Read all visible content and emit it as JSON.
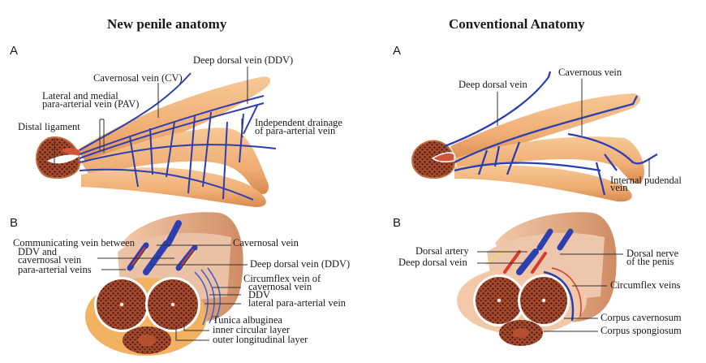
{
  "colors": {
    "vein": "#2c3fb0",
    "vein_light": "#5a78d8",
    "artery": "#d63a30",
    "nerve": "#f2d76a",
    "shaft": "#f0b27a",
    "shaft_dark": "#d98a4e",
    "tissue": "#7a2e1a",
    "tissue_bg": "#a4482c",
    "skin": "#e8b592",
    "leader": "#333333"
  },
  "left": {
    "title": "New penile anatomy",
    "panel_a": {
      "letter": "A",
      "labels": {
        "ddv": "Deep dorsal vein (DDV)",
        "cv": "Cavernosal vein (CV)",
        "pav_line1": "Lateral and medial",
        "pav_line2": "para-arterial vein (PAV)",
        "distal": "Distal ligament",
        "indep_line1": "Independent drainage",
        "indep_line2": "of para-arterial vein"
      }
    },
    "panel_b": {
      "letter": "B",
      "labels": {
        "comm_line1": "Communicating vein between",
        "comm_line2": "DDV and",
        "comm_line3": "cavernosal vein",
        "comm_line4": "para-arterial veins",
        "cavernosal": "Cavernosal vein",
        "ddv": "Deep dorsal vein (DDV)",
        "circ_line1": "Circumflex vein of",
        "circ_line2": "cavernosal vein",
        "circ_line3": "DDV",
        "circ_line4": "lateral para-arterial vein",
        "tunica": "Tunica albuginea",
        "inner": "inner circular layer",
        "outer": "outer longitudinal layer"
      }
    }
  },
  "right": {
    "title": "Conventional  Anatomy",
    "panel_a": {
      "letter": "A",
      "labels": {
        "ddv": "Deep dorsal vein",
        "cavernous": "Cavernous vein",
        "pudendal_line1": "Internal pudendal",
        "pudendal_line2": "vein"
      }
    },
    "panel_b": {
      "letter": "B",
      "labels": {
        "artery": "Dorsal artery",
        "ddv": "Deep dorsal vein",
        "nerve_line1": "Dorsal nerve",
        "nerve_line2": "of the penis",
        "circ": "Circumflex veins",
        "cavernosum": "Corpus cavernosum",
        "spongiosum": "Corpus spongiosum"
      }
    }
  }
}
